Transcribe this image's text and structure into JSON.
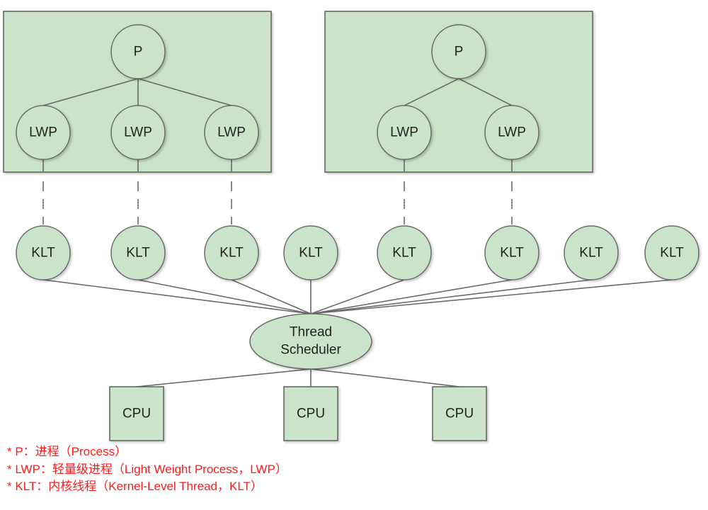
{
  "process_groups": [
    {
      "process": {
        "label": "P"
      },
      "lwps": [
        {
          "label": "LWP",
          "klt_index": 0
        },
        {
          "label": "LWP",
          "klt_index": 1
        },
        {
          "label": "LWP",
          "klt_index": 2
        }
      ]
    },
    {
      "process": {
        "label": "P"
      },
      "lwps": [
        {
          "label": "LWP",
          "klt_index": 4
        },
        {
          "label": "LWP",
          "klt_index": 5
        }
      ]
    }
  ],
  "klts": [
    {
      "label": "KLT"
    },
    {
      "label": "KLT"
    },
    {
      "label": "KLT"
    },
    {
      "label": "KLT"
    },
    {
      "label": "KLT"
    },
    {
      "label": "KLT"
    },
    {
      "label": "KLT"
    },
    {
      "label": "KLT"
    }
  ],
  "scheduler": {
    "line1": "Thread",
    "line2": "Scheduler"
  },
  "cpus": [
    {
      "label": "CPU"
    },
    {
      "label": "CPU"
    },
    {
      "label": "CPU"
    }
  ],
  "legend": [
    "* P：进程（Process）",
    "* LWP：轻量级进程（Light Weight Process，LWP）",
    "* KLT：内核线程（Kernel-Level Thread，KLT）"
  ],
  "colors": {
    "node_fill": "#c9e4c8",
    "stroke": "#6a6a6a",
    "legend_text": "#ff1a1a"
  }
}
